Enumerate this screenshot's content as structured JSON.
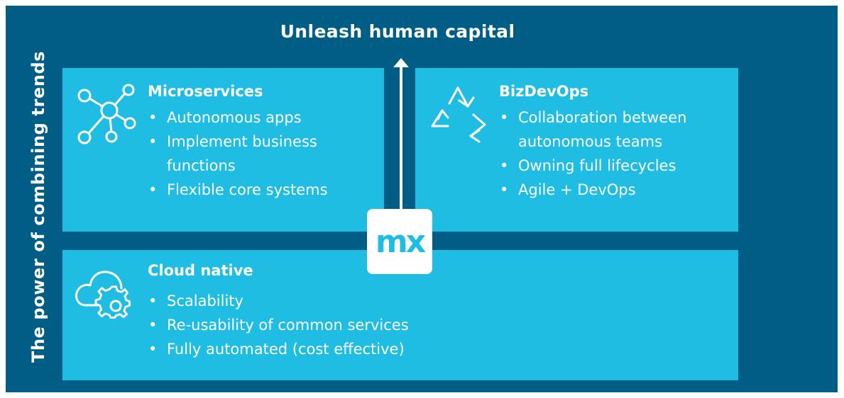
{
  "side_title": "The power of combining trends",
  "headline": "Unleash human capital",
  "logo": "mx",
  "microservices": {
    "title": "Microservices",
    "icon": "network-nodes-icon",
    "bullets": [
      "Autonomous apps",
      "Implement business",
      "functions",
      "Flexible core systems"
    ]
  },
  "bizdevops": {
    "title": "BizDevOps",
    "icon": "recycle-arrows-icon",
    "bullets": [
      "Collaboration between",
      "autonomous teams",
      "Owning full lifecycles",
      "Agile + DevOps"
    ]
  },
  "cloud_native": {
    "title": "Cloud native",
    "icon": "cloud-gear-icon",
    "bullets": [
      "Scalability",
      "Re-usability of common services",
      "Fully automated (cost effective)"
    ]
  },
  "colors": {
    "background": "#005e86",
    "box": "#1fbde3",
    "text": "#ffffff"
  }
}
